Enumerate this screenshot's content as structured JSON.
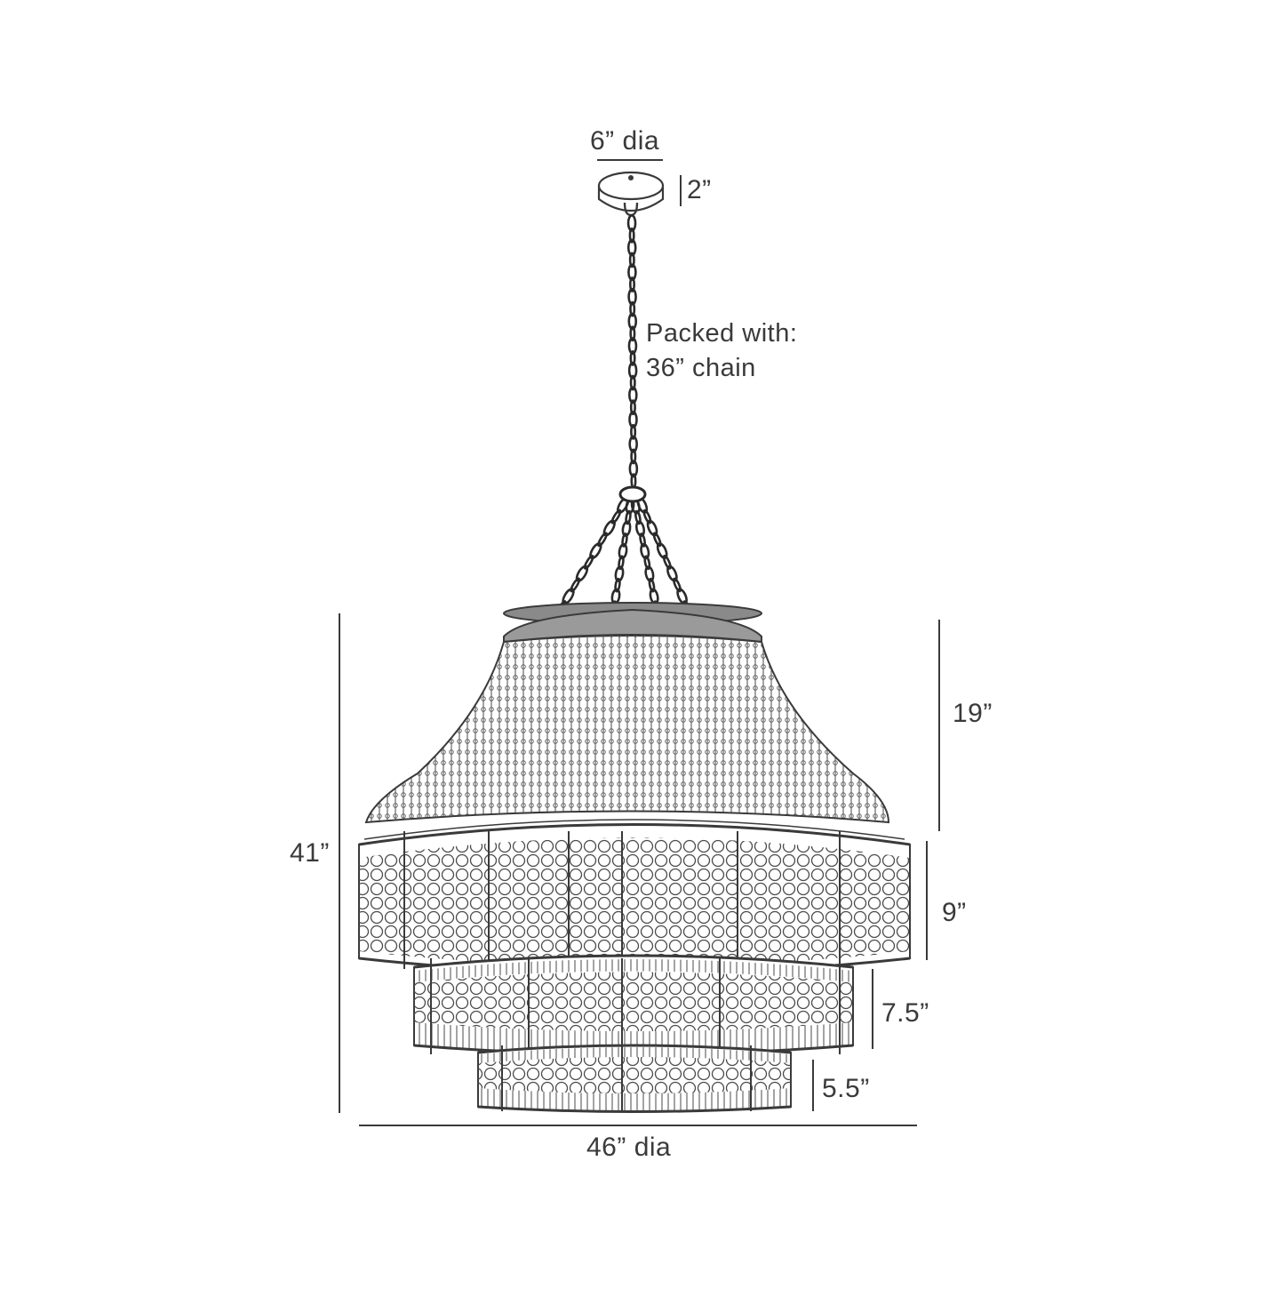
{
  "dimensions": {
    "canopy_diameter": "6” dia",
    "canopy_height": "2”",
    "shade_top_height": "19”",
    "tier1_height": "9”",
    "tier2_height": "7.5”",
    "tier3_height": "5.5”",
    "overall_height": "41”",
    "overall_diameter": "46” dia"
  },
  "note": {
    "line1": "Packed with:",
    "line2": "36” chain"
  },
  "illustration": {
    "subject": "beaded-chandelier-line-drawing",
    "stroke_color": "#3a3a3a",
    "background_color": "#ffffff"
  }
}
